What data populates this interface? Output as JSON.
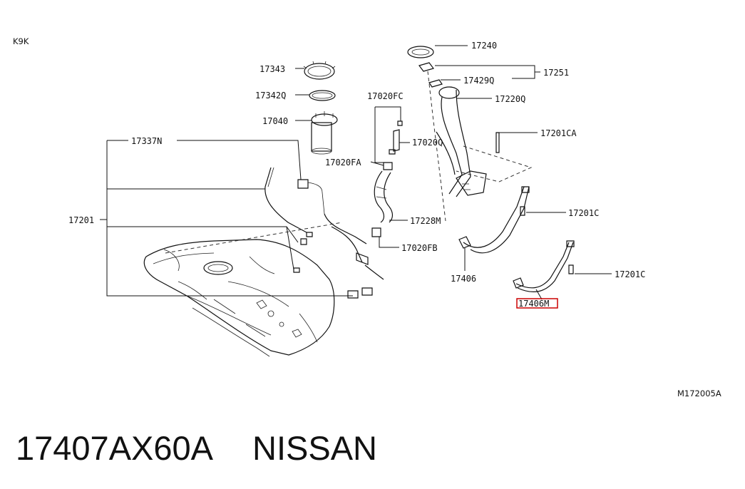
{
  "diagram": {
    "corner_left": "K9K",
    "corner_right": "M172005A",
    "caption_part_number": "17407AX60A",
    "caption_brand": "NISSAN",
    "highlight_color": "#cc0000",
    "labels": {
      "p17240": "17240",
      "p17251": "17251",
      "p17429Q": "17429Q",
      "p17220Q": "17220Q",
      "p17343": "17343",
      "p17342Q": "17342Q",
      "p17040": "17040",
      "p17337N": "17337N",
      "p17020FC": "17020FC",
      "p17020Q": "17020Q",
      "p17020FA": "17020FA",
      "p17201CA": "17201CA",
      "p17201": "17201",
      "p17228M": "17228M",
      "p17020FB": "17020FB",
      "p17201C_a": "17201C",
      "p17406": "17406",
      "p17201C_b": "17201C",
      "p17406M": "17406M"
    }
  }
}
